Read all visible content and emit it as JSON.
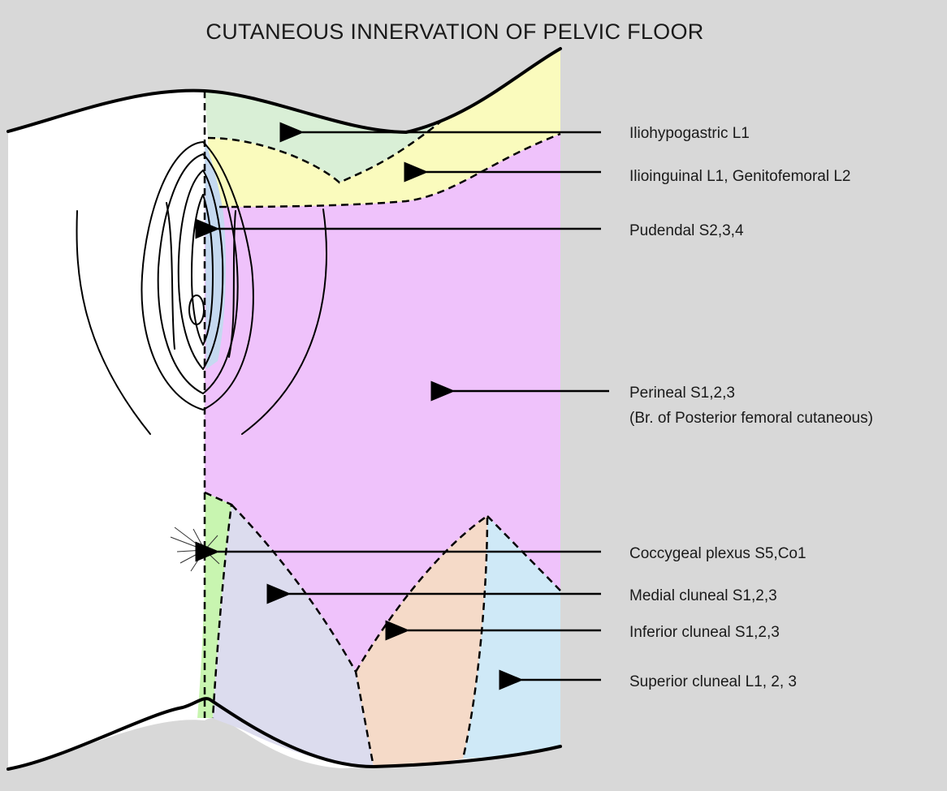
{
  "title": "CUTANEOUS INNERVATION OF PELVIC FLOOR",
  "labels": {
    "iliohypogastric": "Iliohypogastric  L1",
    "ilioinguinal": "Ilioinguinal  L1, Genitofemoral  L2",
    "pudendal": "Pudendal  S2,3,4",
    "perineal_line1": "Perineal S1,2,3",
    "perineal_line2": "(Br. of Posterior femoral cutaneous)",
    "coccygeal": "Coccygeal plexus  S5,Co1",
    "medial_cluneal": "Medial cluneal  S1,2,3",
    "inferior_cluneal": "Inferior cluneal  S1,2,3",
    "superior_cluneal": "Superior cluneal  L1, 2, 3"
  },
  "colors": {
    "background": "#d8d8d8",
    "body": "#ffffff",
    "iliohypogastric": "#d9efd6",
    "ilioinguinal_genitofemoral": "#fafbbd",
    "pudendal": "#c5d9f0",
    "perineal": "#efc2fb",
    "coccygeal": "#c8f5b0",
    "medial_cluneal": "#dcdcee",
    "inferior_cluneal": "#f5dac8",
    "superior_cluneal": "#cfe9f7"
  }
}
